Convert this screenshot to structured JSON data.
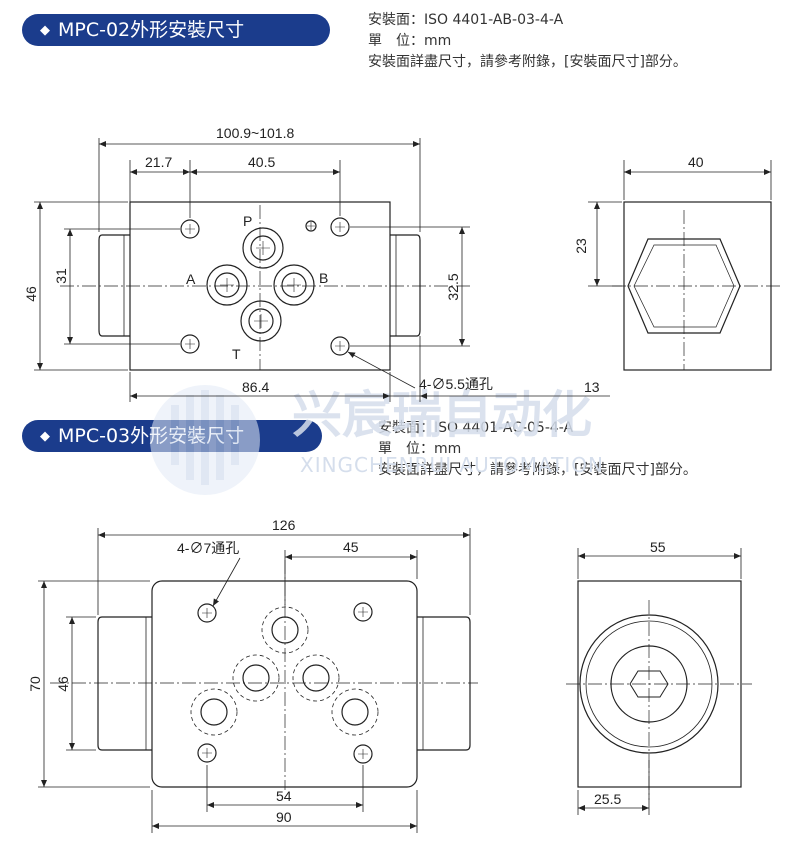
{
  "section1": {
    "title": "MPC-02外形安裝尺寸",
    "mount_face": "安裝面：ISO 4401-AB-03-4-A",
    "unit": "單　位：mm",
    "note": "安裝面詳盡尺寸，請參考附錄，[安裝面尺寸]部分。",
    "dims": {
      "overall_length": "100.9~101.8",
      "d21_7": "21.7",
      "d40_5": "40.5",
      "d46": "46",
      "d31": "31",
      "d32_5": "32.5",
      "d86_4": "86.4",
      "d13": "13",
      "holes": "4-∅5.5通孔",
      "side_width": "40",
      "side_height": "23"
    },
    "ports": {
      "p": "P",
      "a": "A",
      "b": "B",
      "t": "T"
    }
  },
  "section2": {
    "title": "MPC-03外形安裝尺寸",
    "mount_face": "安裝面：ISO 4401-AC-05-4-A",
    "unit": "單　位：mm",
    "note": "安裝面詳盡尺寸，請參考附錄，[安裝面尺寸]部分。",
    "dims": {
      "overall_length": "126",
      "holes": "4-∅7通孔",
      "d45": "45",
      "d70": "70",
      "d46": "46",
      "d54": "54",
      "d90": "90",
      "side_width": "55",
      "side_offset": "25.5"
    }
  },
  "watermark": {
    "cn": "兴宸瑞自动化",
    "en": "XINGCHENRUI AUTOMATION"
  },
  "colors": {
    "accent": "#1b3c8c",
    "line": "#222222",
    "watermark": "#cfd9ea"
  }
}
